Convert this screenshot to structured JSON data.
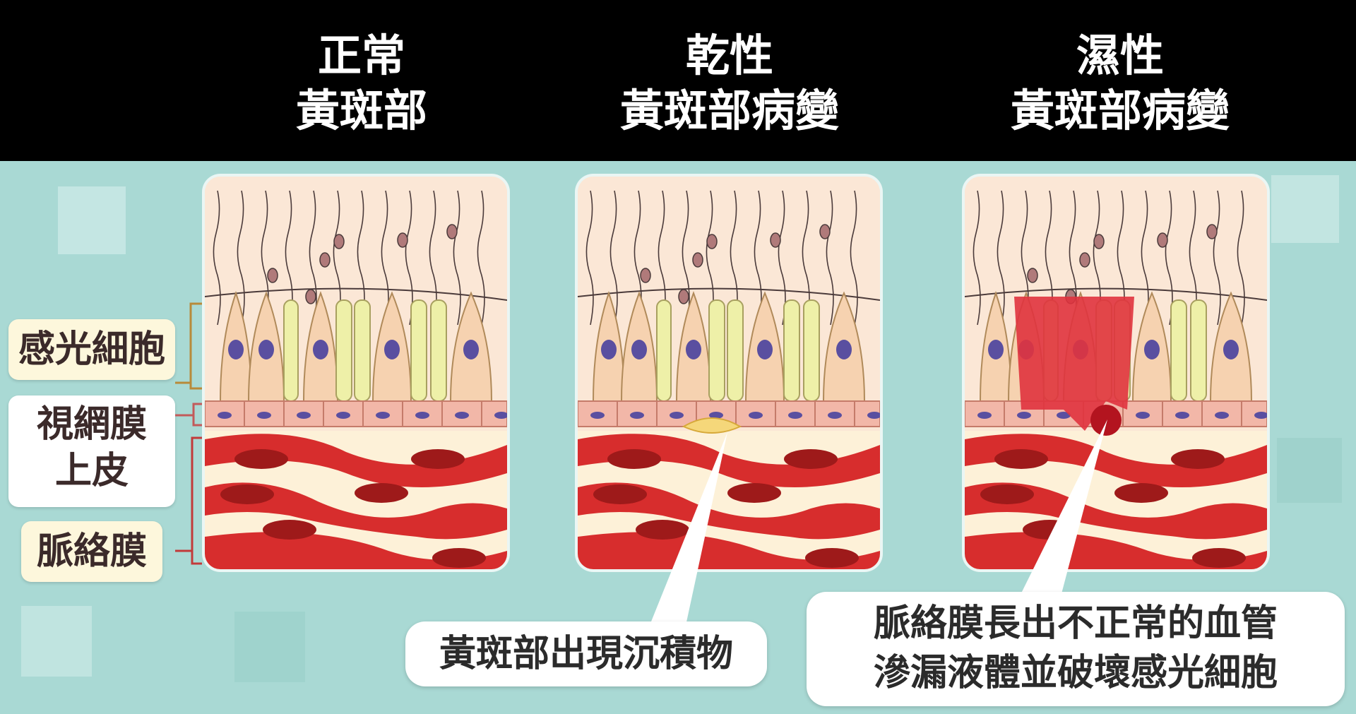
{
  "columns": [
    {
      "title_line1": "正常",
      "title_line2": "黃斑部"
    },
    {
      "title_line1": "乾性",
      "title_line2": "黃斑部病變"
    },
    {
      "title_line1": "濕性",
      "title_line2": "黃斑部病變"
    }
  ],
  "layers": {
    "photoreceptor": "感光細胞",
    "rpe_line1": "視網膜",
    "rpe_line2": "上皮",
    "choroid": "脈絡膜"
  },
  "callouts": {
    "dry": "黃斑部出現沉積物",
    "wet_line1": "脈絡膜長出不正常的血管",
    "wet_line2": "滲漏液體並破壞感光細胞"
  },
  "colors": {
    "header_bg": "#000000",
    "background": "#a9d9d4",
    "cell_body": "#f6d2b0",
    "nucleus": "#5a4fa0",
    "rod": "#eef0a8",
    "rpe": "#f2b7a8",
    "blood_vessel": "#d72d2d",
    "deposit": "#f5d77a",
    "hemorrhage": "#e0333e"
  }
}
